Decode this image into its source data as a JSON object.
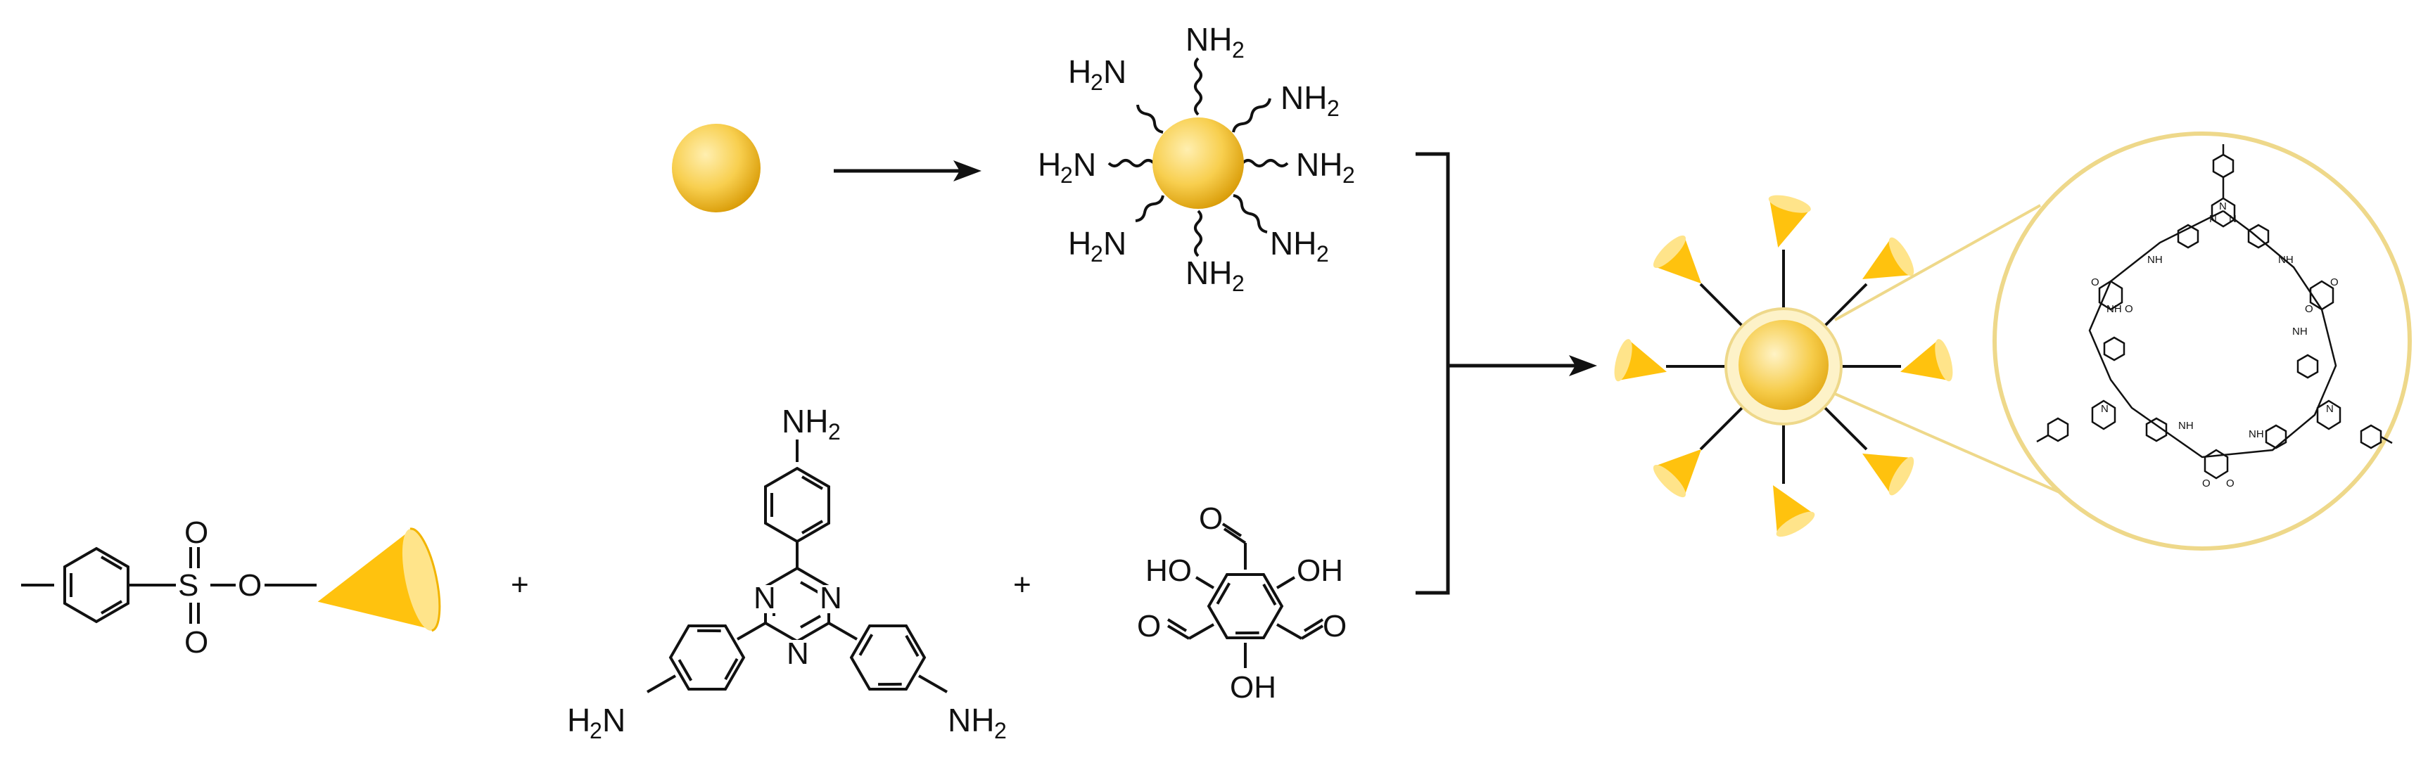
{
  "palette": {
    "gold_light": "#FFE9A0",
    "gold": "#F8CF4F",
    "gold_dark": "#E7A80A",
    "cone_main": "#FFC20E",
    "cone_rim": "#FFE48A",
    "zoom_circle": "#EED88A",
    "line": "#111111"
  },
  "amine_labels": {
    "nh": "NH",
    "h": "H",
    "n": "N",
    "sub2": "2"
  },
  "tosyl": {
    "s": "S",
    "o": "O"
  },
  "plus_signs": [
    "+",
    "+"
  ],
  "triazine_amine": {
    "n": "N",
    "nh": "NH",
    "h": "H",
    "sub2": "2"
  },
  "aldehyde": {
    "o": "O",
    "oh": "OH",
    "ho": "HO"
  },
  "framework": {
    "n": "N",
    "nh": "NH",
    "o": "O"
  }
}
